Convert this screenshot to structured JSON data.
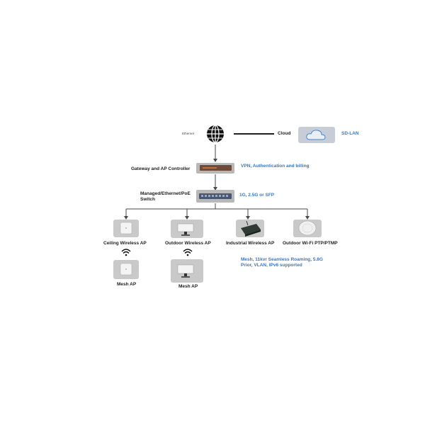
{
  "top": {
    "ethernet_label": "Ethernet",
    "cloud_label": "Cloud",
    "sdlan_label": "SD-LAN"
  },
  "gateway": {
    "label": "Gateway and AP Controller",
    "note": "VPN, Authentication and billing"
  },
  "switch": {
    "label_line1": "Managed/Ethernet/PoE",
    "label_line2": "Switch",
    "note": "1G, 2.5G or SFP"
  },
  "aps": {
    "ceiling": "Ceiling Wireless AP",
    "outdoor": "Outdoor Wireless AP",
    "industrial": "Industrial Wireless AP",
    "ptp": "Outdoor Wi-Fi PTP/PTMP"
  },
  "mesh": {
    "mesh1": "Mesh AP",
    "mesh2": "Mesh AP",
    "note_line1": "Mesh, 11kvr Seamless Roaming, 5.8G",
    "note_line2": "Prior, VLAN, IPv6 supported"
  },
  "colors": {
    "accent": "#3b78c4",
    "box": "#c9c9c9",
    "line": "#4a4a4a"
  }
}
